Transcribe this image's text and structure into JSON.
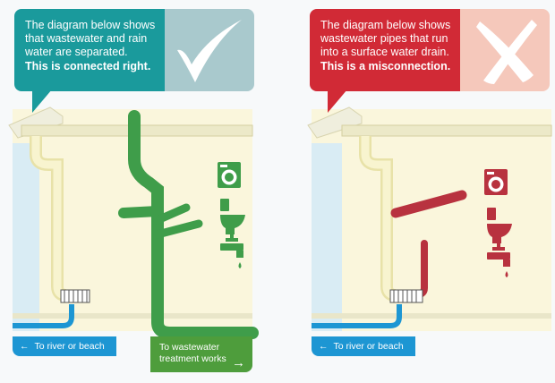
{
  "colors": {
    "teal": "#1a9a9c",
    "teal_light": "#a9c9cd",
    "red": "#d12a36",
    "red_light": "#f5c8bb",
    "blue": "#1d96d3",
    "green": "#4e9d3c",
    "pipe_green": "#3f9d4a",
    "pipe_red": "#b8323f",
    "cream": "#faf6dc",
    "wall_blue": "#d9ecf4"
  },
  "left_panel": {
    "callout_lines": [
      "The diagram below shows",
      "that wastewater and rain",
      "water are separated."
    ],
    "callout_strong": "This is connected right.",
    "mark_icon": "check-icon",
    "river_label": "To river or beach",
    "treatment_line1": "To wastewater",
    "treatment_line2": "treatment works"
  },
  "right_panel": {
    "callout_lines": [
      "The diagram below shows",
      "wastewater pipes that run",
      "into a surface water drain."
    ],
    "callout_strong": "This is a misconnection.",
    "mark_icon": "cross-icon",
    "river_label": "To river or beach"
  },
  "fixture_icons": [
    "washing-machine-icon",
    "toilet-icon",
    "tap-icon"
  ]
}
